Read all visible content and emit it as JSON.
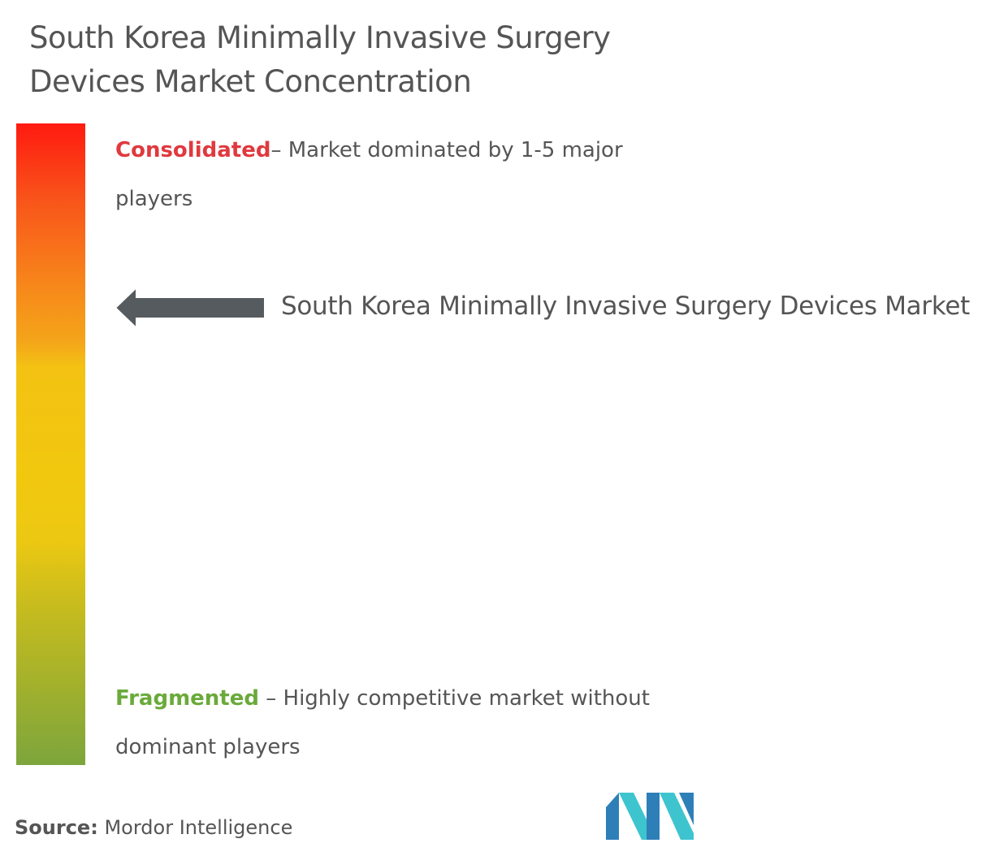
{
  "title": "South Korea Minimally Invasive Surgery Devices Market Concentration",
  "scale": {
    "top": {
      "keyword": "Consolidated",
      "description": "– Market dominated by 1-5 major players",
      "color": "#e0393e"
    },
    "bottom": {
      "keyword": "Fragmented",
      "description": " – Highly competitive market without dominant players",
      "color": "#6aaa3a"
    }
  },
  "market": {
    "label": "South Korea Minimally Invasive Surgery Devices Market",
    "pointer_color": "#555b5f"
  },
  "source": {
    "label": "Source:",
    "value": "Mordor Intelligence"
  },
  "logo": {
    "icon": "mordor-intelligence-logo-icon",
    "colors": [
      "#2e7fb8",
      "#3ec4cf"
    ]
  },
  "chart_data": {
    "type": "concentration-scale",
    "title": "South Korea Minimally Invasive Surgery Devices Market Concentration",
    "scale_top": "Consolidated",
    "scale_bottom": "Fragmented",
    "marker": {
      "label": "South Korea Minimally Invasive Surgery Devices Market",
      "position_fraction_from_top": 0.29
    }
  }
}
